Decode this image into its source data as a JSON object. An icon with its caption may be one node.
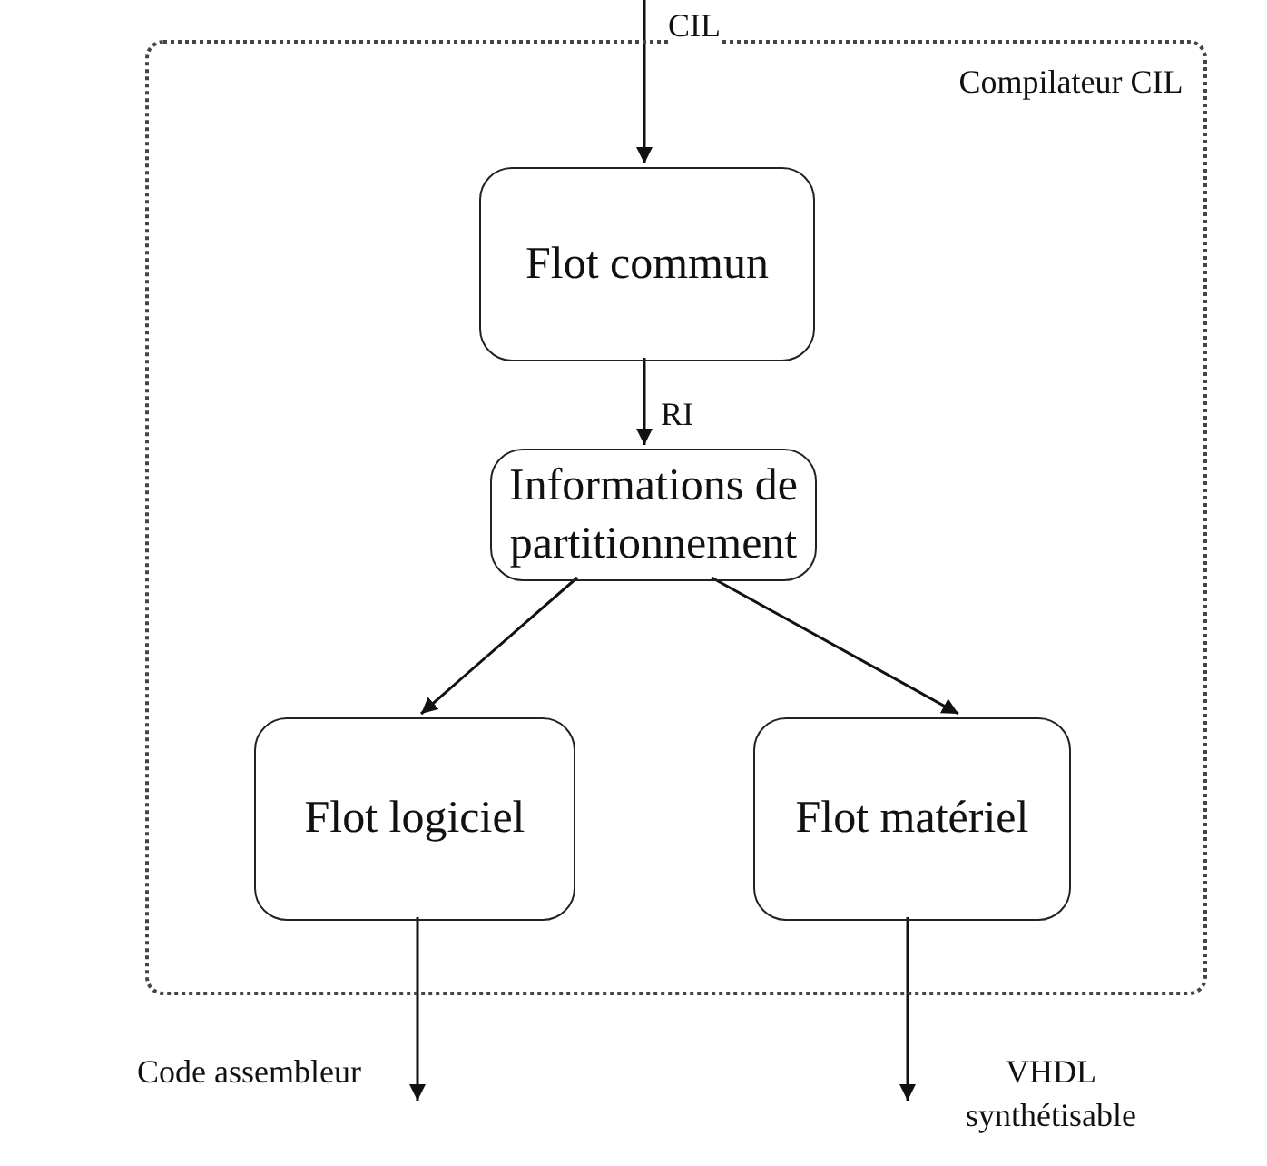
{
  "diagram": {
    "nodes": [
      {
        "text": [
          "Compilateur CIL"
        ]
      },
      {
        "text": [
          "Flot commun"
        ],
        "in": 0
      },
      {
        "text": [
          "Informations de partitionnement"
        ],
        "in": 0
      },
      {
        "text": [
          "Flot logiciel"
        ],
        "in": 0
      },
      {
        "text": [
          "Flot matériel"
        ],
        "in": 0
      }
    ],
    "edges": [
      {
        "from": null,
        "to": 1,
        "arrow": "to",
        "label": "CIL"
      },
      {
        "from": 1,
        "to": 2,
        "arrow": "to",
        "label": "RI"
      },
      {
        "from": 2,
        "to": 3,
        "arrow": "to"
      },
      {
        "from": 2,
        "to": 4,
        "arrow": "to"
      },
      {
        "from": 3,
        "to": null,
        "arrow": "to",
        "label": "Code assembleur"
      },
      {
        "from": 4,
        "to": null,
        "arrow": "to",
        "label": "VHDL synthétisable"
      }
    ]
  }
}
